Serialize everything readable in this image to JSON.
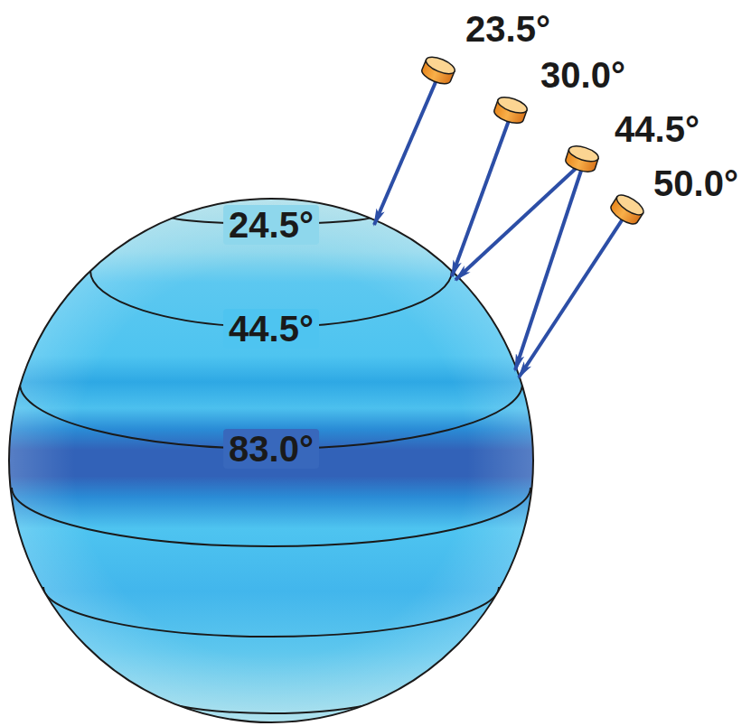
{
  "diagram": {
    "labels": [
      "23.5°",
      "30.0°",
      "44.5°",
      "50.0°",
      "24.5°",
      "44.5°",
      "83.0°"
    ]
  }
}
